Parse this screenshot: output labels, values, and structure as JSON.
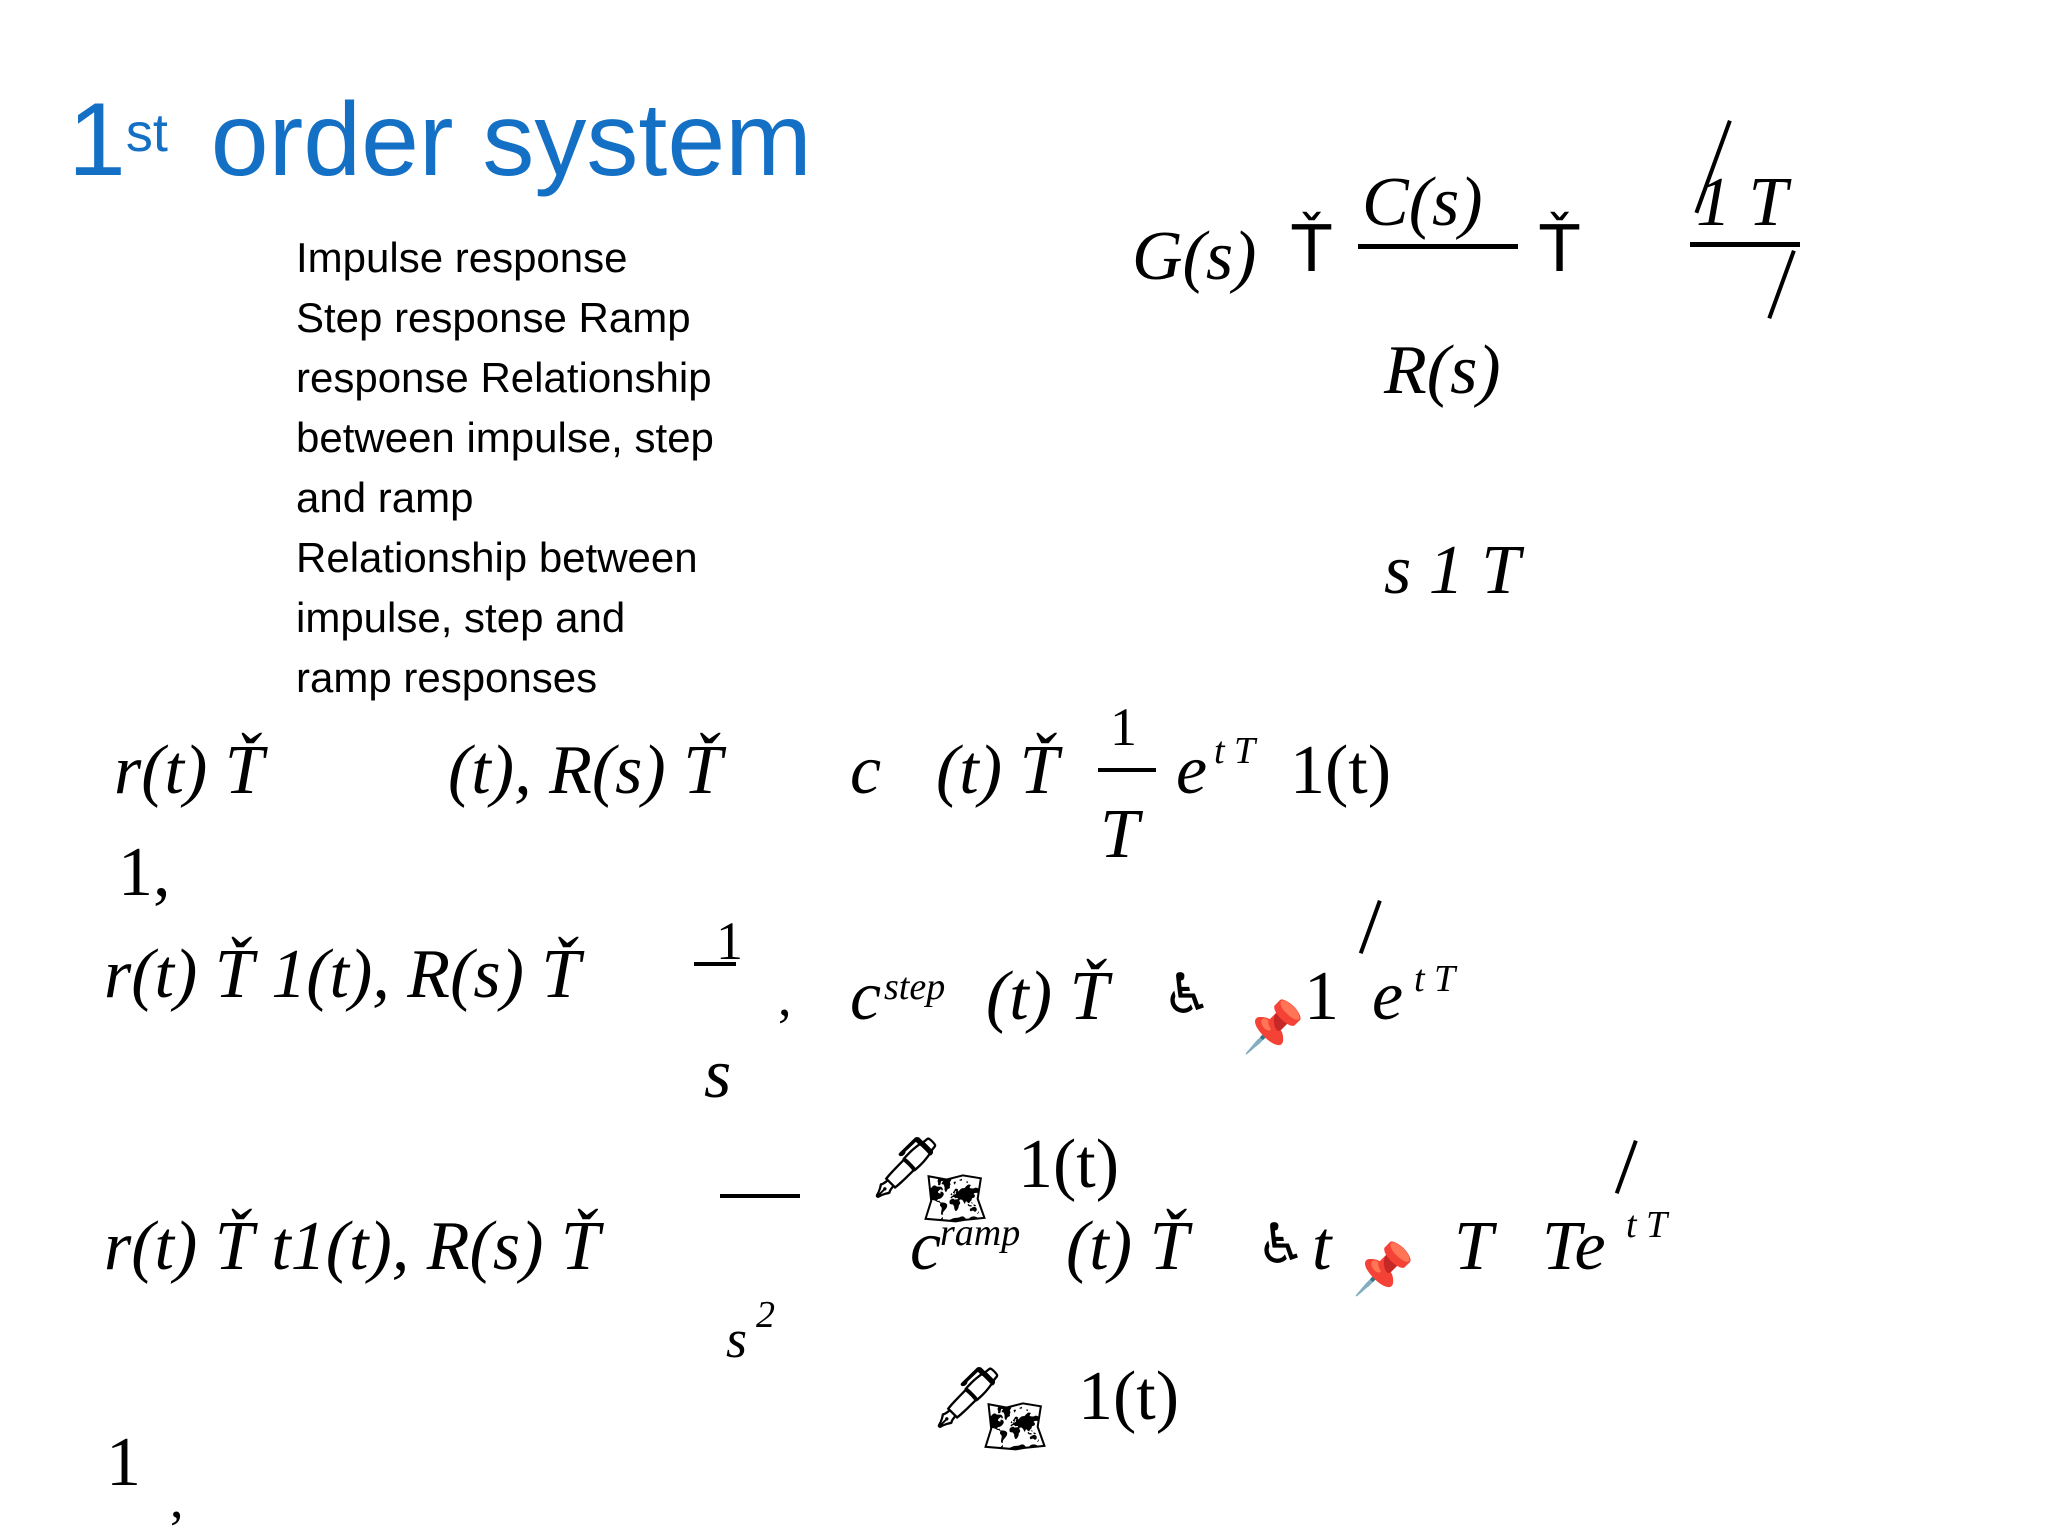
{
  "slide": {
    "title_main": "1",
    "title_sup": "st",
    "title_rest": " order system",
    "bullets": "Impulse response  Step response  Ramp response Relationship between impulse, step and ramp Relationship between impulse, step and ramp responses"
  },
  "equations": {
    "G": "G(s)",
    "G_eq1": "Ť",
    "C_num": "C(s)",
    "G_eq2": "Ť",
    "one_T": "1 T",
    "R_den": "R(s)",
    "s_1T": "s 1 T",
    "imp_lhs": "r(t) Ť",
    "imp_mid": "(t), R(s) Ť",
    "imp_one": "1,",
    "imp_c": "c",
    "imp_c_rest": "(t) Ť",
    "imp_frac_num": "1",
    "imp_frac_den": "T",
    "imp_exp": "e",
    "imp_exp_sup": "t T",
    "imp_tail": "1(t)",
    "step_lhs": "r(t) Ť 1(t), R(s) Ť",
    "step_frac_num": "1",
    "step_comma": ",",
    "step_den": "s",
    "step_c": "c",
    "step_sub": "step",
    "step_c_rest": "(t) Ť",
    "step_one": "1",
    "step_exp": "e",
    "step_exp_sup": "t T",
    "step_tail": "1(t)",
    "ramp_lhs": "r(t) Ť t1(t), R(s) Ť",
    "ramp_den": "s",
    "ramp_den_sup": "2",
    "ramp_c": "c",
    "ramp_sub": "ramp",
    "ramp_c_rest": "(t) Ť",
    "ramp_t": "t",
    "ramp_T": "T",
    "ramp_Te": "Te",
    "ramp_exp_sup": "t T",
    "ramp_tail": "1(t)",
    "ramp_one": "1",
    "ramp_comma": ","
  },
  "glyphs": {
    "wheelchair": "♿",
    "pushpin": "📌",
    "pen": "🖋",
    "world": "🗺"
  }
}
